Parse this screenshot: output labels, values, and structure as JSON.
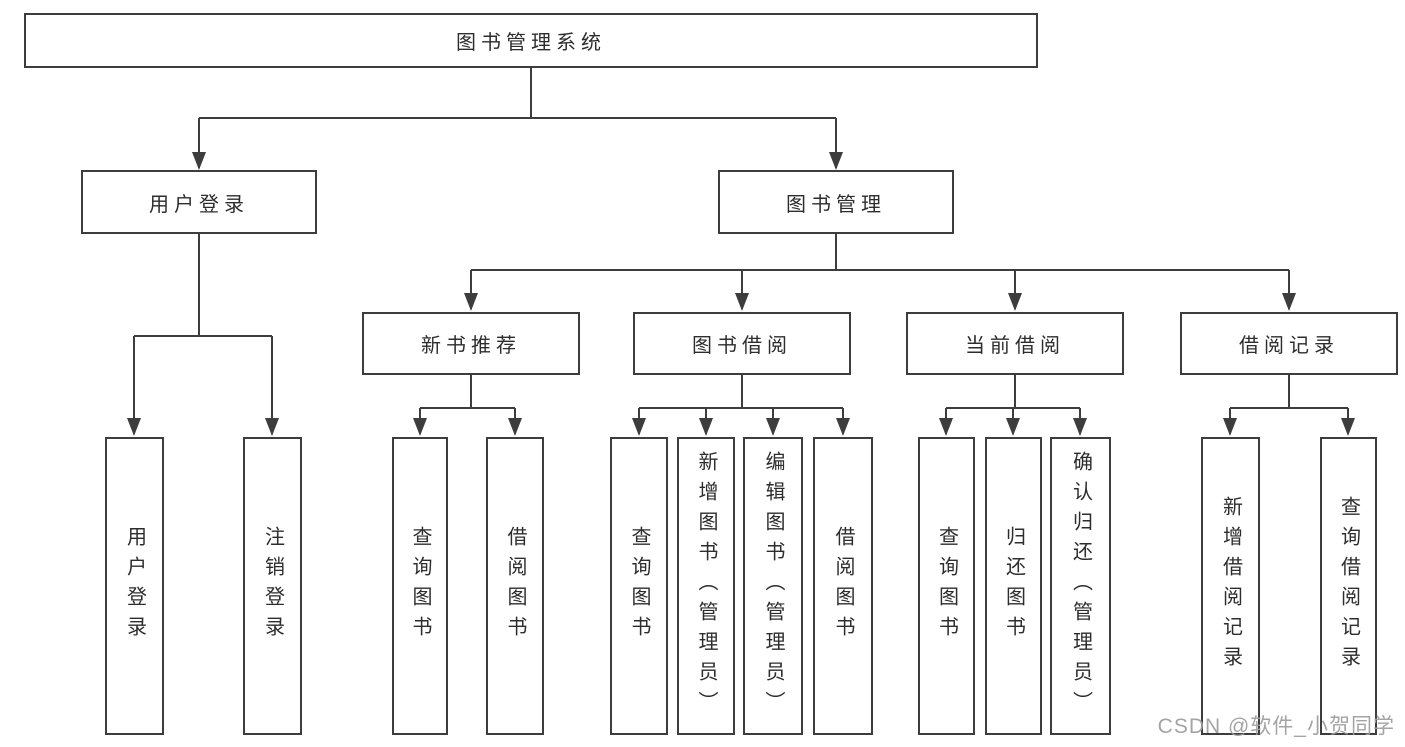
{
  "diagram": {
    "root": "图书管理系统",
    "user_login": {
      "label": "用户登录",
      "children": [
        "用户登录",
        "注销登录"
      ]
    },
    "book_mgmt": {
      "label": "图书管理",
      "sections": [
        {
          "label": "新书推荐",
          "children": [
            "查询图书",
            "借阅图书"
          ]
        },
        {
          "label": "图书借阅",
          "children": [
            "查询图书",
            "新增图书（管理员）",
            "编辑图书（管理员）",
            "借阅图书"
          ]
        },
        {
          "label": "当前借阅",
          "children": [
            "查询图书",
            "归还图书",
            "确认归还（管理员）"
          ]
        },
        {
          "label": "借阅记录",
          "children": [
            "新增借阅记录",
            "查询借阅记录"
          ]
        }
      ]
    }
  },
  "watermark": "CSDN @软件_小贺同学",
  "colors": {
    "line": "#3d3d3d",
    "box_border": "#3d3d3d",
    "text": "#2d2d2d",
    "watermark": "#9d9d9d",
    "background": "#ffffff"
  }
}
